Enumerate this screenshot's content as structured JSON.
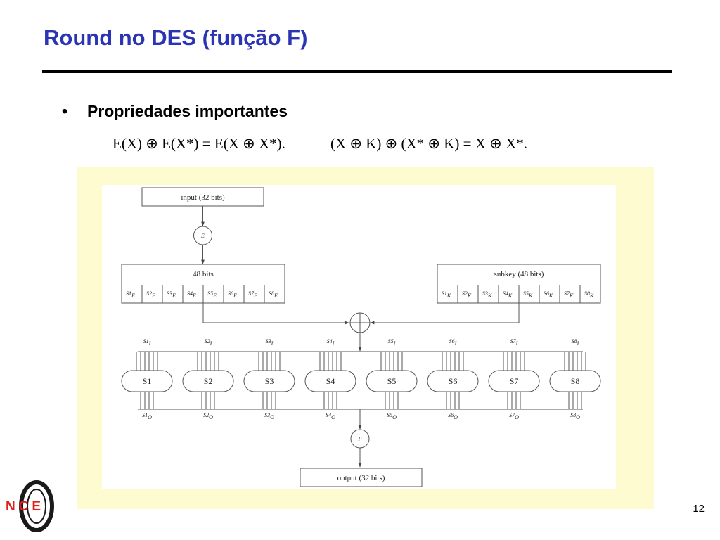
{
  "slide": {
    "title": "Round no DES  (função F)",
    "bullet_marker": "•",
    "bullet_text": "Propriedades importantes",
    "formula_1": "E(X) ⊕ E(X*) = E(X ⊕ X*).",
    "formula_2": "(X ⊕ K) ⊕ (X* ⊕ K) = X ⊕ X*.",
    "page_number": "12",
    "logo_text": "NCE"
  },
  "diagram": {
    "input_label": "input (32 bits)",
    "expansion_label": "E",
    "left_block_label": "48 bits",
    "left_block_cells": [
      {
        "name": "S1",
        "sub": "E"
      },
      {
        "name": "S2",
        "sub": "E"
      },
      {
        "name": "S3",
        "sub": "E"
      },
      {
        "name": "S4",
        "sub": "E"
      },
      {
        "name": "S5",
        "sub": "E"
      },
      {
        "name": "S6",
        "sub": "E"
      },
      {
        "name": "S7",
        "sub": "E"
      },
      {
        "name": "S8",
        "sub": "E"
      }
    ],
    "right_block_label": "subkey  (48 bits)",
    "right_block_cells": [
      {
        "name": "S1",
        "sub": "K"
      },
      {
        "name": "S2",
        "sub": "K"
      },
      {
        "name": "S3",
        "sub": "K"
      },
      {
        "name": "S4",
        "sub": "K"
      },
      {
        "name": "S5",
        "sub": "K"
      },
      {
        "name": "S6",
        "sub": "K"
      },
      {
        "name": "S7",
        "sub": "K"
      },
      {
        "name": "S8",
        "sub": "K"
      }
    ],
    "sboxes": [
      {
        "label": "S1",
        "in_name": "S1",
        "in_sub": "I",
        "out_name": "S1",
        "out_sub": "O"
      },
      {
        "label": "S2",
        "in_name": "S2",
        "in_sub": "I",
        "out_name": "S2",
        "out_sub": "O"
      },
      {
        "label": "S3",
        "in_name": "S3",
        "in_sub": "I",
        "out_name": "S3",
        "out_sub": "O"
      },
      {
        "label": "S4",
        "in_name": "S4",
        "in_sub": "I",
        "out_name": "S4",
        "out_sub": "O"
      },
      {
        "label": "S5",
        "in_name": "S5",
        "in_sub": "I",
        "out_name": "S5",
        "out_sub": "O"
      },
      {
        "label": "S6",
        "in_name": "S6",
        "in_sub": "I",
        "out_name": "S6",
        "out_sub": "O"
      },
      {
        "label": "S7",
        "in_name": "S7",
        "in_sub": "I",
        "out_name": "S7",
        "out_sub": "O"
      },
      {
        "label": "S8",
        "in_name": "S8",
        "in_sub": "I",
        "out_name": "S8",
        "out_sub": "O"
      }
    ],
    "permutation_label": "P",
    "output_label": "output (32 bits)"
  }
}
